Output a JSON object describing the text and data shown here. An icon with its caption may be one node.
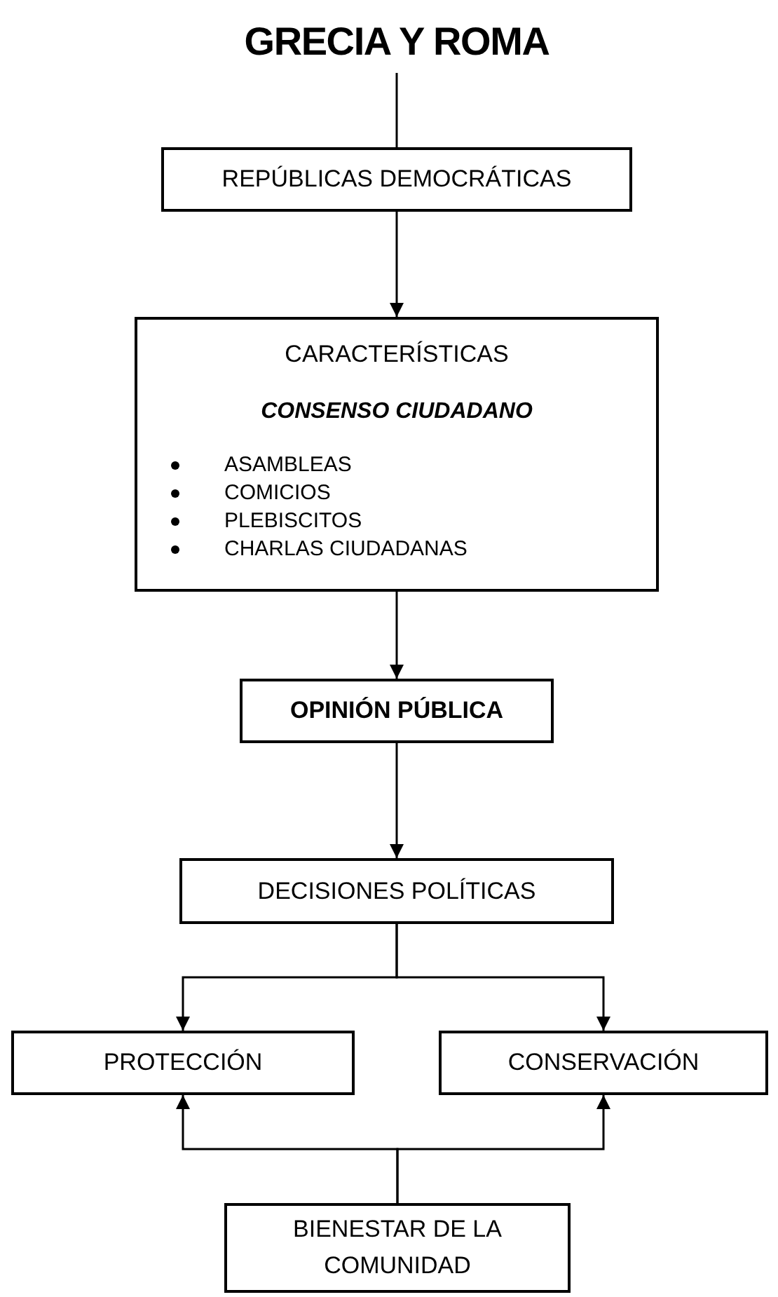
{
  "diagram": {
    "nodes": [
      {
        "text": [
          "GRECIA Y ROMA"
        ]
      },
      {
        "text": [
          "REPÚBLICAS DEMOCRÁTICAS"
        ]
      },
      {
        "text": [
          "CARACTERÍSTICAS",
          "CONSENSO CIUDADANO",
          "ASAMBLEAS",
          "COMICIOS",
          "PLEBISCITOS",
          "CHARLAS CIUDADANAS"
        ]
      },
      {
        "text": [
          "OPINIÓN PÚBLICA"
        ]
      },
      {
        "text": [
          "DECISIONES POLÍTICAS"
        ]
      },
      {
        "text": [
          "PROTECCIÓN"
        ]
      },
      {
        "text": [
          "CONSERVACIÓN"
        ]
      },
      {
        "text": [
          "BIENESTAR DE LA COMUNIDAD"
        ]
      }
    ],
    "edges": [
      {
        "from": 0,
        "to": 1,
        "arrow": "none"
      },
      {
        "from": 1,
        "to": 2,
        "arrow": "to"
      },
      {
        "from": 2,
        "to": 3,
        "arrow": "to"
      },
      {
        "from": 3,
        "to": 4,
        "arrow": "to"
      },
      {
        "from": 4,
        "to": 5,
        "arrow": "to"
      },
      {
        "from": 4,
        "to": 6,
        "arrow": "to"
      },
      {
        "from": 7,
        "to": 5,
        "arrow": "to"
      },
      {
        "from": 7,
        "to": 6,
        "arrow": "to"
      }
    ]
  }
}
